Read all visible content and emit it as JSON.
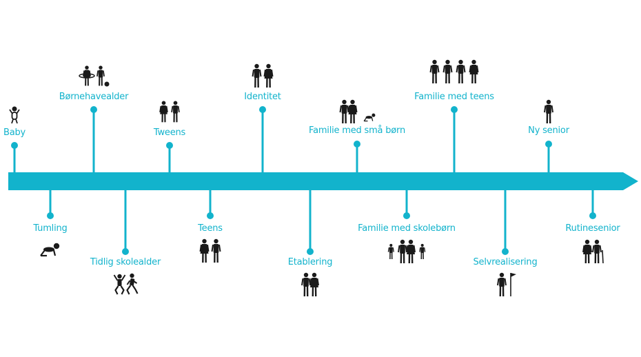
{
  "colors": {
    "accent": "#12b3cc",
    "figure": "#1a1a1a",
    "background": "#ffffff"
  },
  "stages": [
    {
      "label": "Baby",
      "side": "top",
      "icons": [
        "baby-icon"
      ]
    },
    {
      "label": "Tumling",
      "side": "bottom",
      "icons": [
        "crawling-toddler-icon"
      ]
    },
    {
      "label": "Børnehavealder",
      "side": "top",
      "icons": [
        "girl-hula-hoop-icon",
        "boy-ball-icon"
      ]
    },
    {
      "label": "Tidlig skolealder",
      "side": "bottom",
      "icons": [
        "jumping-child-icon",
        "running-child-icon"
      ]
    },
    {
      "label": "Tweens",
      "side": "top",
      "icons": [
        "girl-icon",
        "boy-icon"
      ]
    },
    {
      "label": "Teens",
      "side": "bottom",
      "icons": [
        "teen-girl-icon",
        "teen-boy-icon"
      ]
    },
    {
      "label": "Identitet",
      "side": "top",
      "icons": [
        "man-icon",
        "woman-icon"
      ]
    },
    {
      "label": "Etablering",
      "side": "bottom",
      "icons": [
        "couple-icon"
      ]
    },
    {
      "label": "Familie med små børn",
      "side": "top",
      "icons": [
        "couple-icon",
        "crawling-baby-icon"
      ]
    },
    {
      "label": "Familie med skolebørn",
      "side": "bottom",
      "icons": [
        "child-icon",
        "couple-icon",
        "child-icon"
      ]
    },
    {
      "label": "Familie med teens",
      "side": "top",
      "icons": [
        "teen-icon",
        "teen-icon",
        "man-icon",
        "woman-icon"
      ]
    },
    {
      "label": "Selvrealisering",
      "side": "bottom",
      "icons": [
        "person-with-flag-icon"
      ]
    },
    {
      "label": "Ny senior",
      "side": "top",
      "icons": [
        "senior-man-icon"
      ]
    },
    {
      "label": "Rutinesenior",
      "side": "bottom",
      "icons": [
        "senior-couple-icon"
      ]
    }
  ]
}
